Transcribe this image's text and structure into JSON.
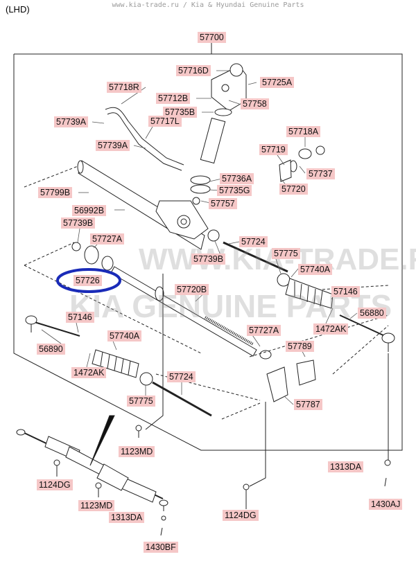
{
  "header": {
    "variant": "(LHD)",
    "site": "www.kia-trade.ru / Kia & Hyundai Genuine Parts"
  },
  "watermark": {
    "line1": "WWW.KIA-TRADE.RU",
    "line2": "KIA GENUINE PARTS"
  },
  "highlight": {
    "part": "57726",
    "color": "#1a2bb8"
  },
  "label_color": "#f5c7c7",
  "parts": {
    "p57700": "57700",
    "p57716D": "57716D",
    "p57725A": "57725A",
    "p57718R": "57718R",
    "p57712B": "57712B",
    "p57758": "57758",
    "p57739A_1": "57739A",
    "p57717L": "57717L",
    "p57735B": "57735B",
    "p57739A_2": "57739A",
    "p57718A": "57718A",
    "p57719": "57719",
    "p57737": "57737",
    "p57736A": "57736A",
    "p57799B": "57799B",
    "p57735G": "57735G",
    "p57720": "57720",
    "p57757": "57757",
    "p56992B": "56992B",
    "p57739B_1": "57739B",
    "p57727A_1": "57727A",
    "p57724_1": "57724",
    "p57739B_2": "57739B",
    "p57775_1": "57775",
    "p57740A_1": "57740A",
    "p57726": "57726",
    "p57720B": "57720B",
    "p57146_1": "57146",
    "p1472AK_1": "1472AK",
    "p56880": "56880",
    "p57146_2": "57146",
    "p57727A_2": "57727A",
    "p57740A_2": "57740A",
    "p56890": "56890",
    "p57789": "57789",
    "p1472AK_2": "1472AK",
    "p57724_2": "57724",
    "p57775_2": "57775",
    "p57787": "57787",
    "p1123MD_1": "1123MD",
    "p1313DA_1": "1313DA",
    "p1124DG_1": "1124DG",
    "p1430AJ": "1430AJ",
    "p1123MD_2": "1123MD",
    "p1124DG_2": "1124DG",
    "p1313DA_2": "1313DA",
    "p1430BF": "1430BF"
  }
}
